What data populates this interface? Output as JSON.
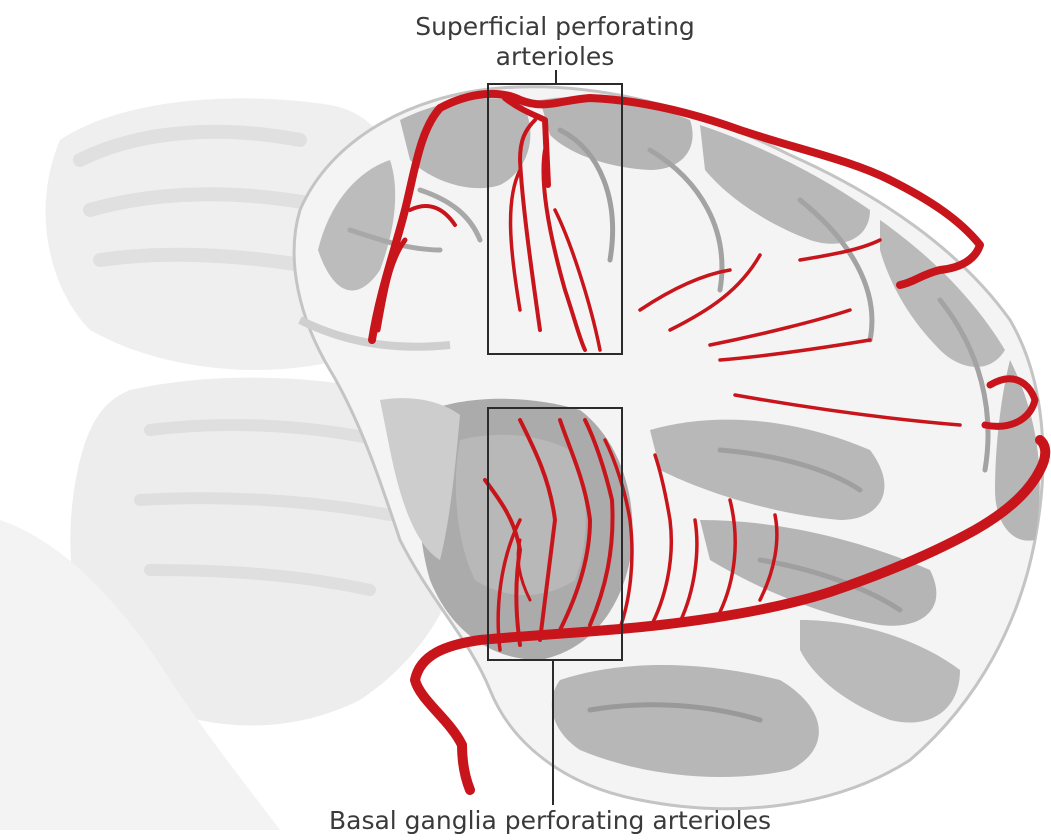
{
  "labels": {
    "top_line1": "Superficial perforating",
    "top_line2": "arterioles",
    "bottom": "Basal ganglia perforating arterioles"
  },
  "colors": {
    "artery": "#c8151b",
    "callout": "#2b2b2b",
    "white_matter": "#f4f4f4",
    "cortex": "#b9b9b9",
    "deep_grey": "#a6a6a6",
    "faded_left": "#e9e9e9"
  }
}
